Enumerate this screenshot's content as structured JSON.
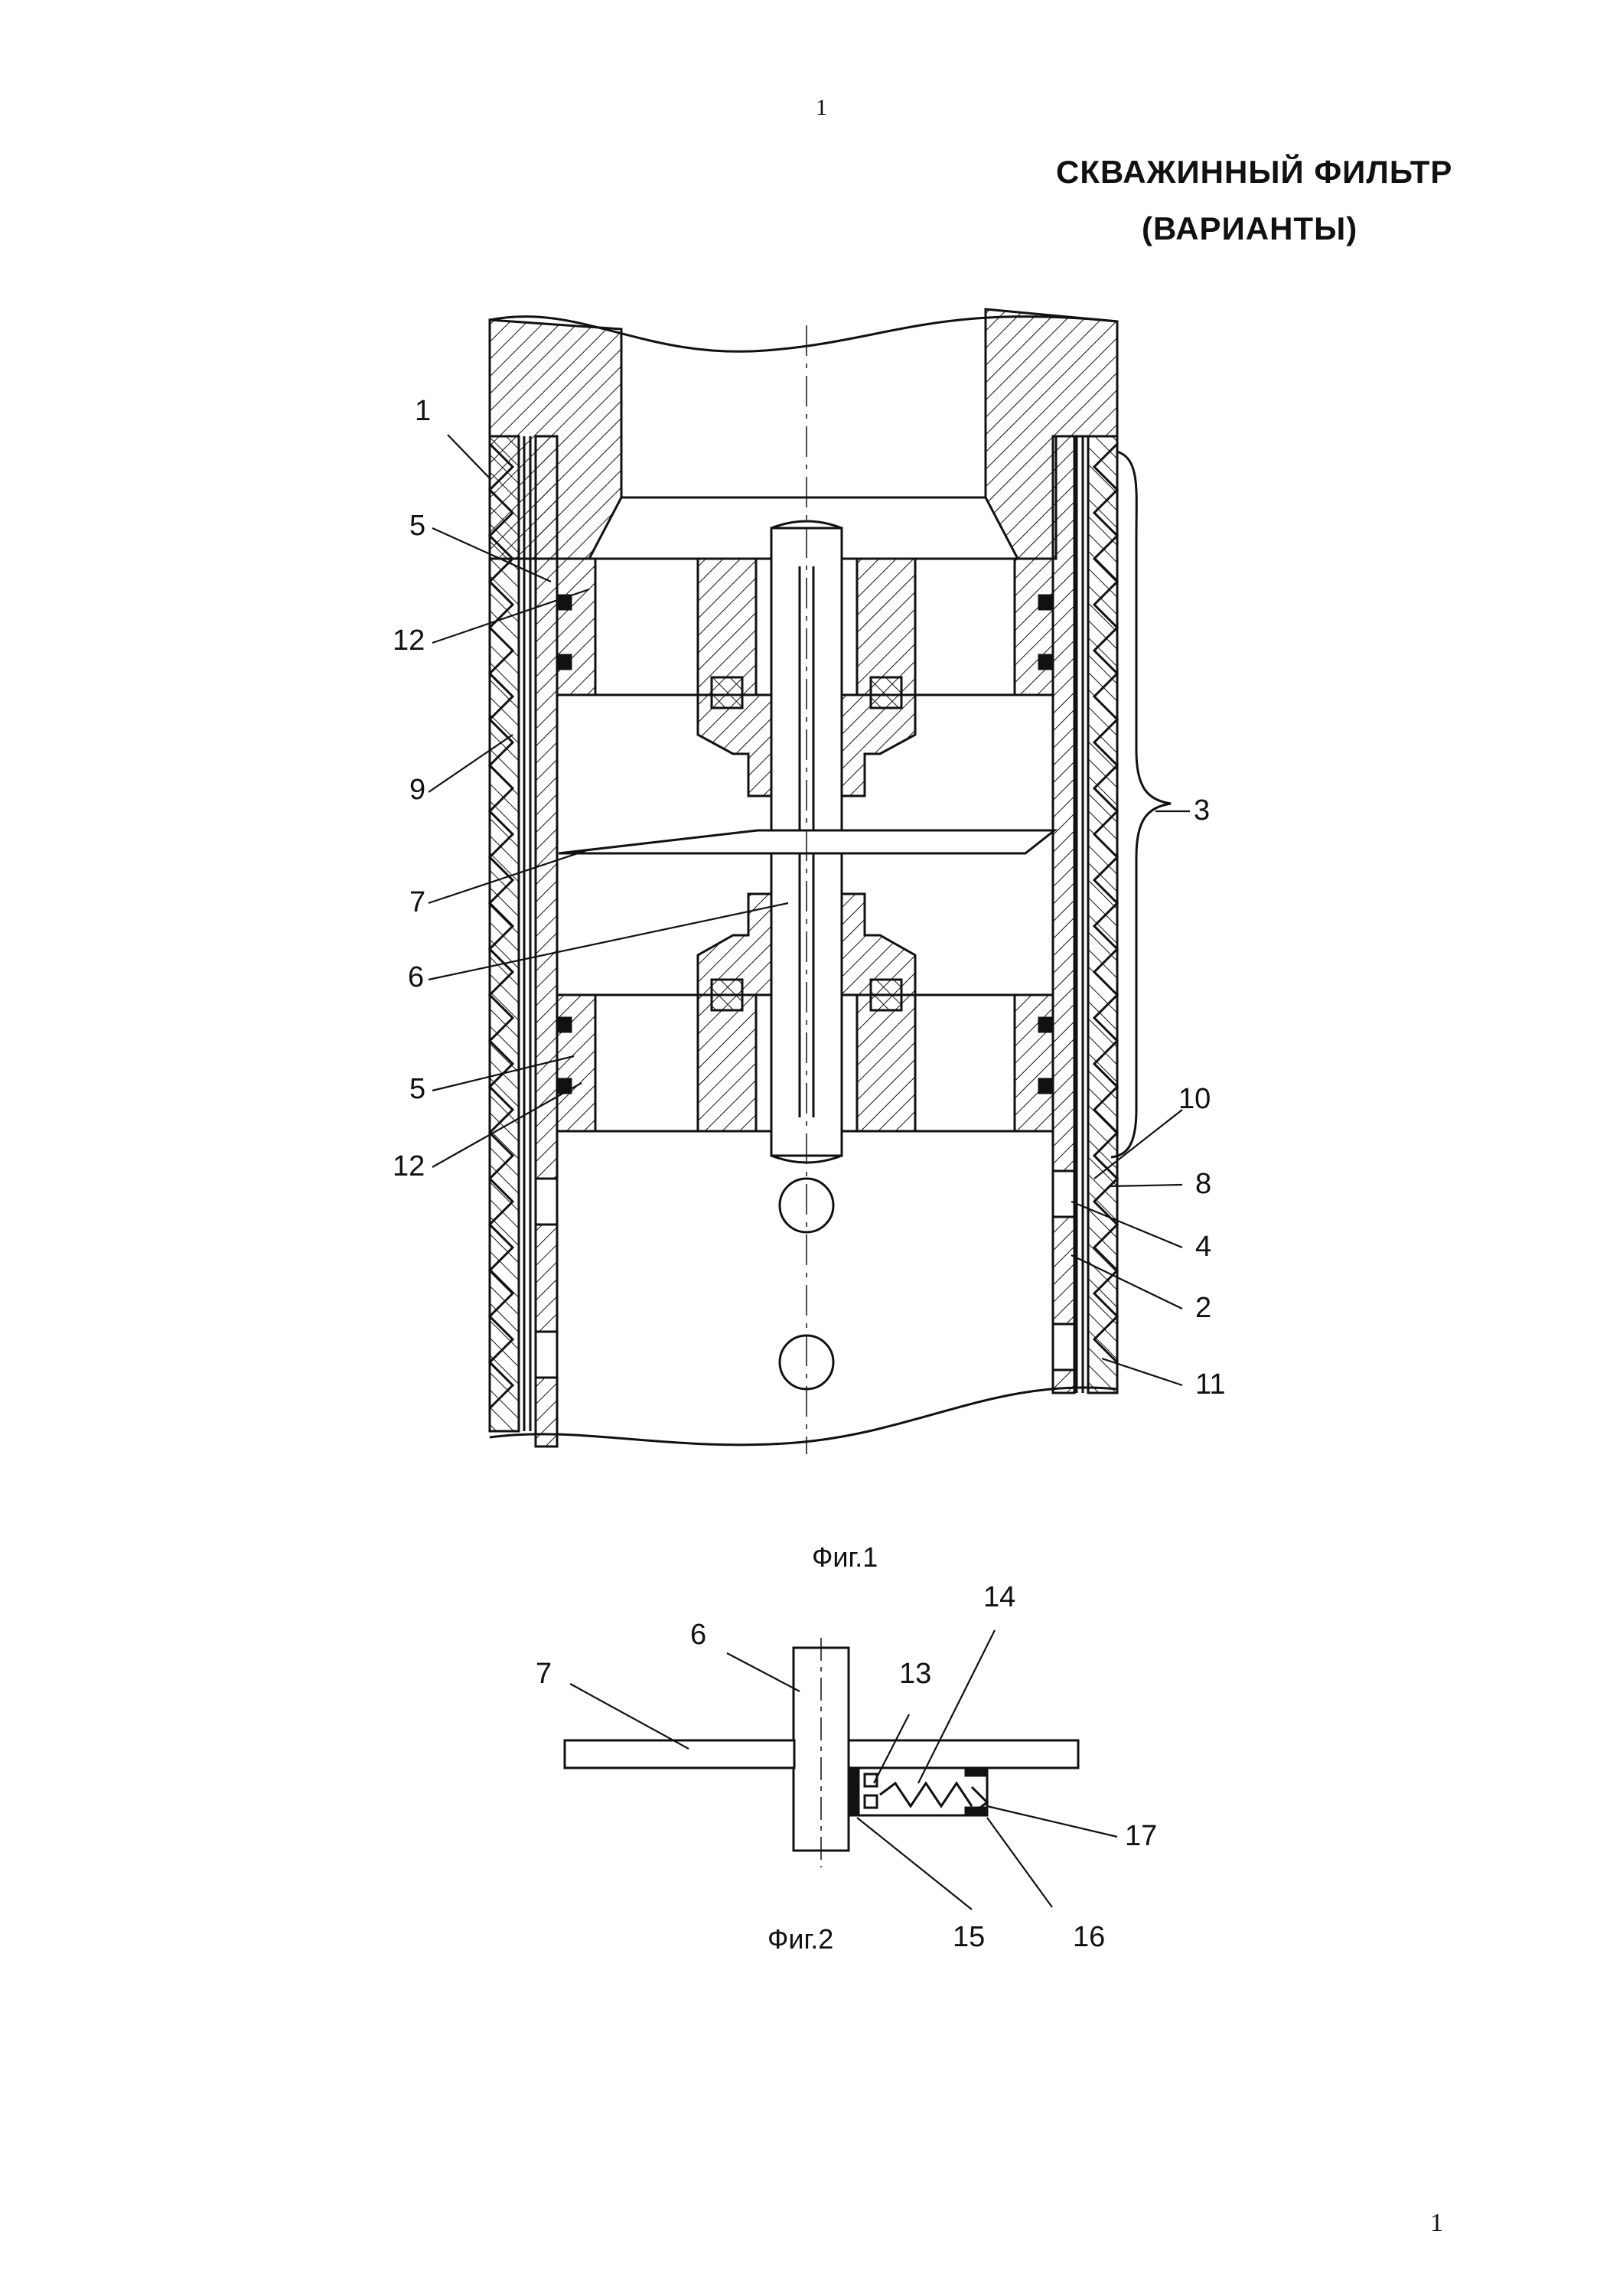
{
  "page": {
    "number_top": "1",
    "number_bottom": "1"
  },
  "title": {
    "line1": "СКВАЖИННЫЙ ФИЛЬТР",
    "line2": "(ВАРИАНТЫ)"
  },
  "figures": {
    "fig1_caption": "Фиг.1",
    "fig2_caption": "Фиг.2"
  },
  "labels": {
    "fig1": [
      "1",
      "5",
      "12",
      "9",
      "7",
      "6",
      "5",
      "12",
      "3",
      "10",
      "8",
      "4",
      "2",
      "11"
    ],
    "fig2": [
      "6",
      "7",
      "13",
      "14",
      "17",
      "15",
      "16"
    ]
  }
}
